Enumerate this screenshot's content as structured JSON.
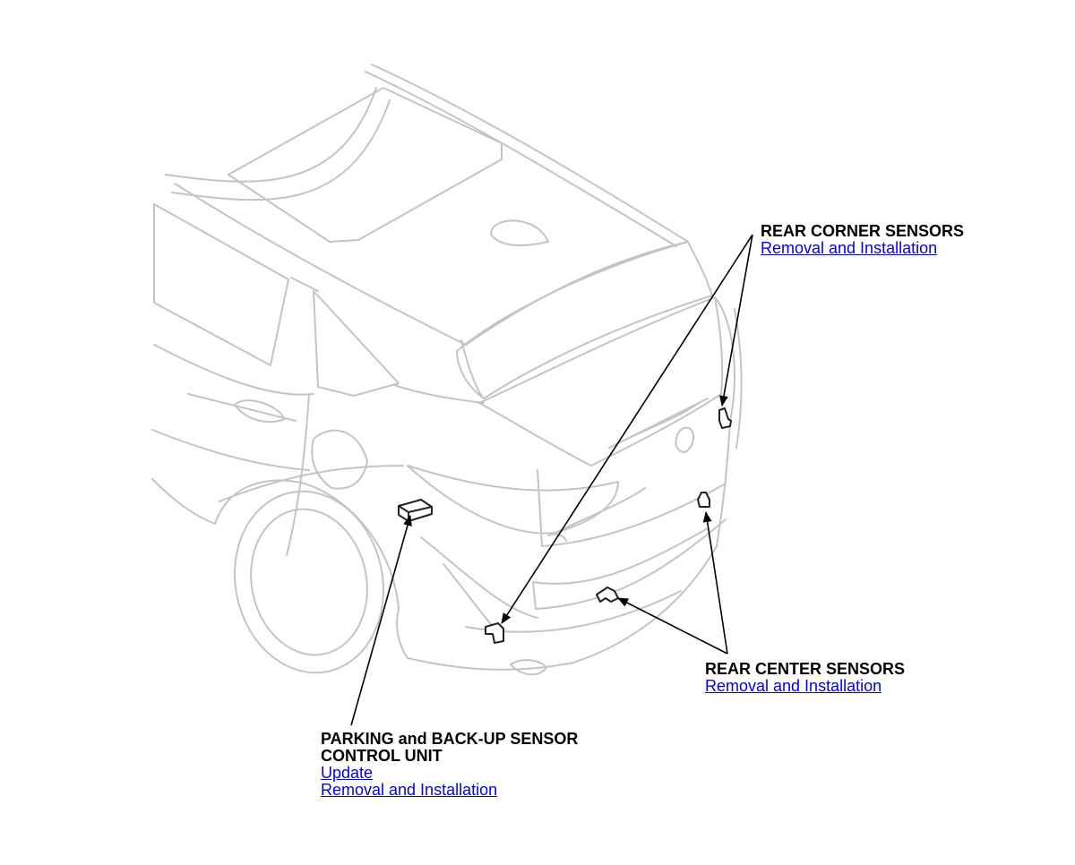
{
  "callouts": {
    "rear_corner_sensors": {
      "title": "REAR CORNER SENSORS",
      "links": [
        "Removal and Installation"
      ]
    },
    "rear_center_sensors": {
      "title": "REAR CENTER SENSORS",
      "links": [
        "Removal and Installation"
      ]
    },
    "control_unit": {
      "title_line1": "PARKING and BACK-UP SENSOR",
      "title_line2": "CONTROL UNIT",
      "links": [
        "Update",
        "Removal and Installation"
      ]
    }
  },
  "colors": {
    "link": "#0000ee",
    "label": "#000000",
    "car_outline": "#c4c4c4",
    "part_outline": "#222222",
    "leader_line": "#000000"
  }
}
